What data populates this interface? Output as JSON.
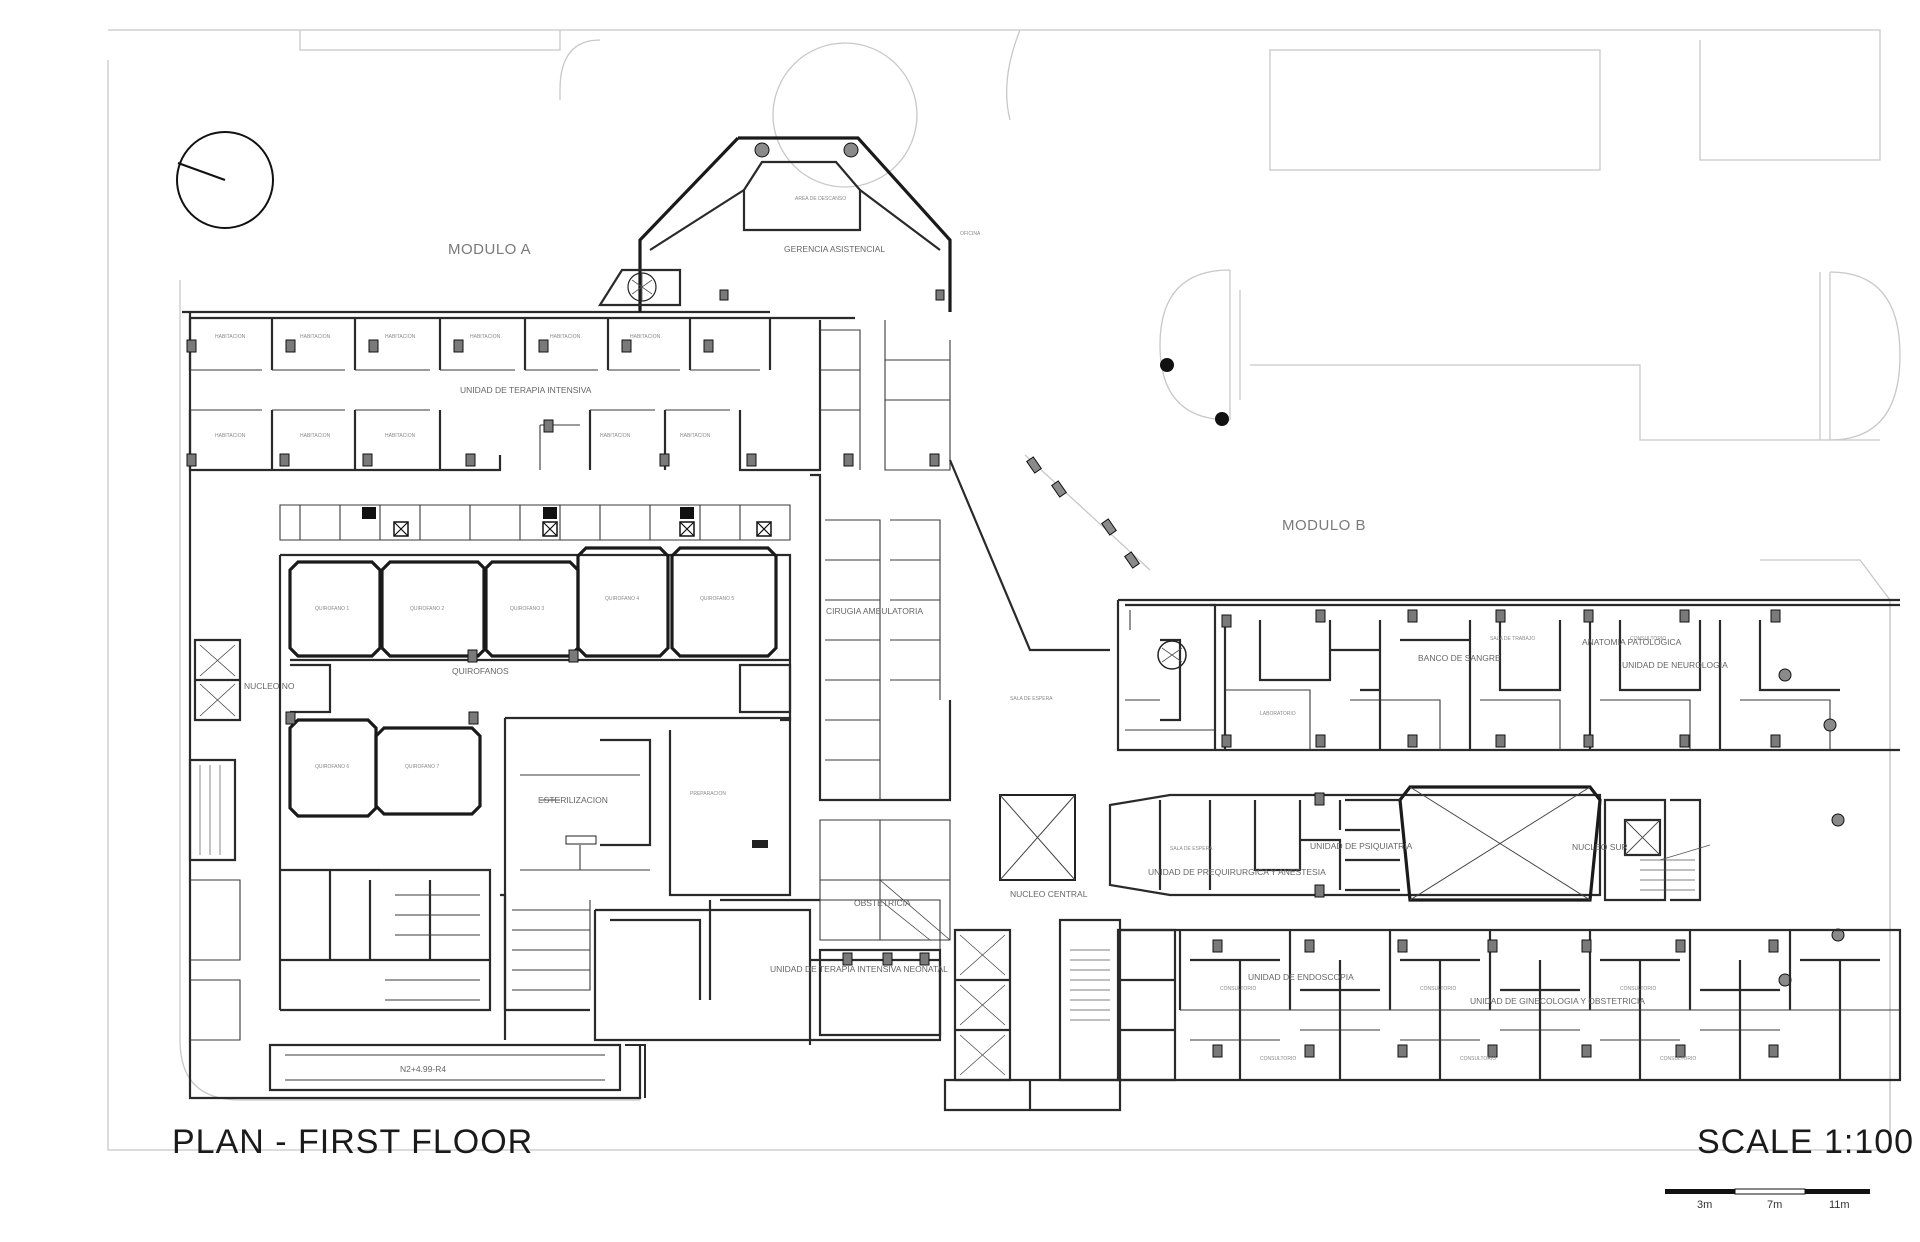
{
  "title": "PLAN - FIRST FLOOR",
  "scale": "SCALE 1:100",
  "scale_bar": {
    "ticks": [
      "3m",
      "7m",
      "11m"
    ]
  },
  "modules": {
    "a": "MODULO A",
    "b": "MODULO B"
  },
  "area_labels": {
    "gerencia": "GERENCIA ASISTENCIAL",
    "uti": "UNIDAD DE TERAPIA INTENSIVA",
    "cirugia": "CIRUGIA AMBULATORIA",
    "quirofanos": "QUIROFANOS",
    "esterilizacion": "ESTERILIZACION",
    "nucleo_no": "NUCLEO NO",
    "nucleo_central": "NUCLEO CENTRAL",
    "nucleo_sur": "NUCLEO SUR",
    "obstetricia": "OBSTETRICIA",
    "utin": "UNIDAD DE TERAPIA INTENSIVA NEONATAL",
    "banco_sangre": "BANCO DE SANGRE",
    "anatomia": "ANATOMIA PATOLOGICA",
    "neurologia": "UNIDAD DE NEUROLOGIA",
    "psiquiatria": "UNIDAD DE PSIQUIATRIA",
    "prequirurgica": "UNIDAD DE PREQUIRURGICA Y ANESTESIA",
    "endoscopia": "UNIDAD DE ENDOSCOPIA",
    "ginecologia": "UNIDAD DE GINECOLOGIA Y OBSTETRICIA",
    "pasarela": "N2+4.99-R4"
  },
  "colors": {
    "wall": "#2a2a2a",
    "site": "#c8c8c8",
    "column": "#7a7a7a",
    "text": "#1a1a1a"
  },
  "icons": [
    "north-arrow-icon"
  ]
}
